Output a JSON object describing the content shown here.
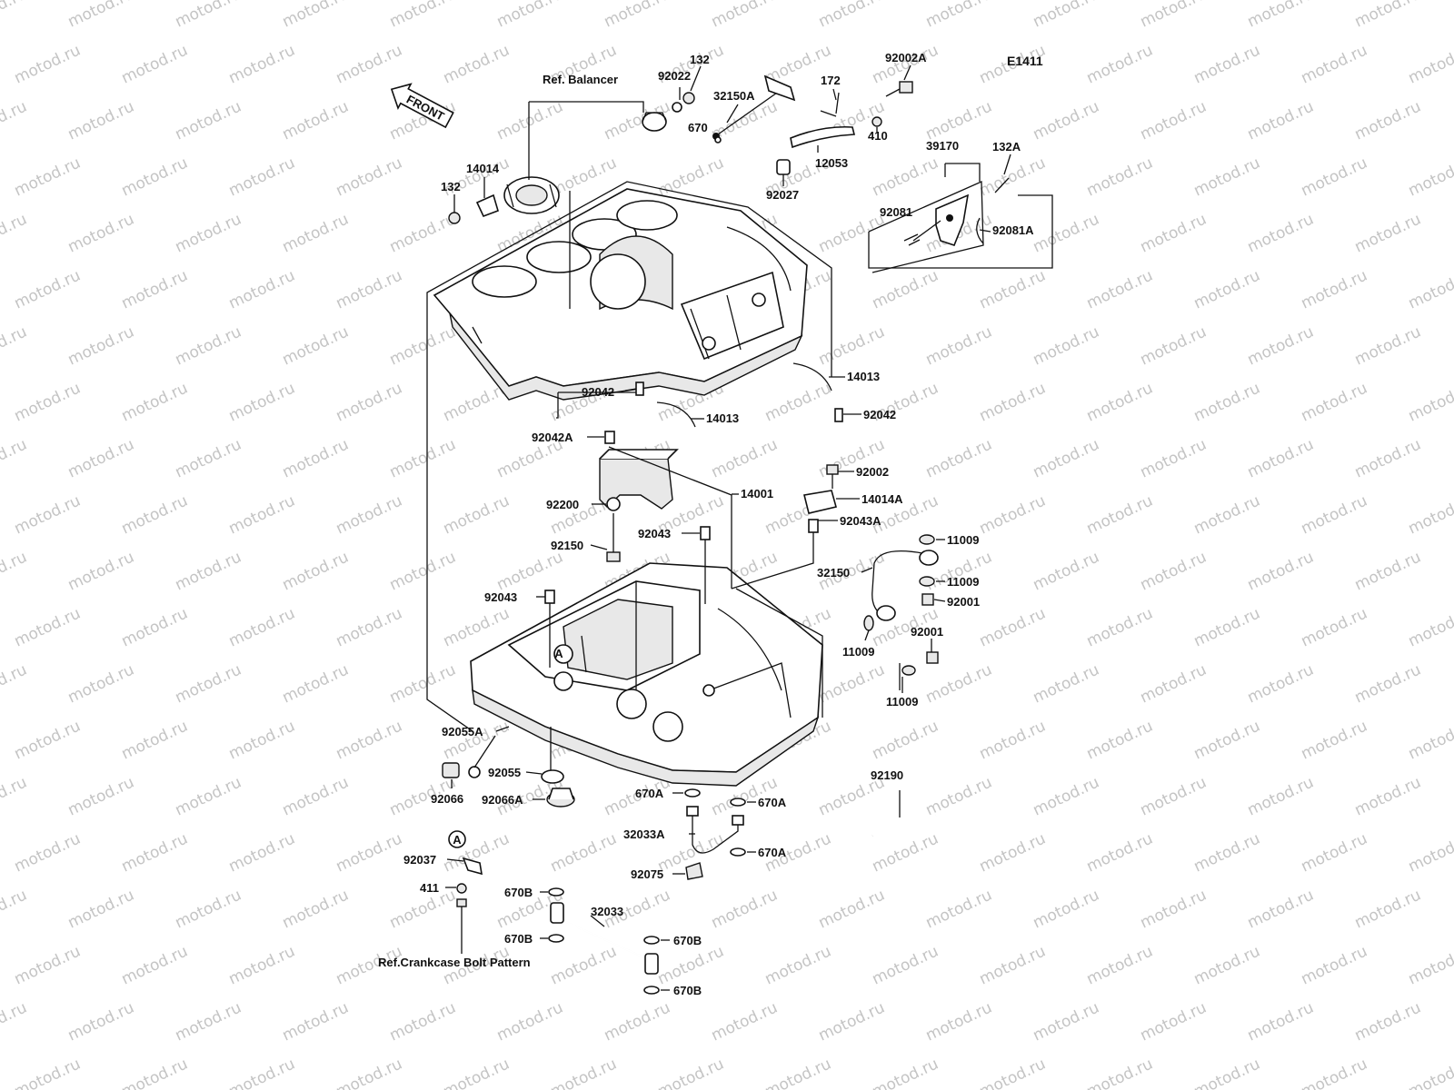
{
  "diagram": {
    "code": "E1411",
    "front_arrow": "FRONT",
    "marker": "A",
    "labels": {
      "ref_balancer": "Ref. Balancer",
      "ref_bolt_pattern": "Ref.Crankcase Bolt Pattern",
      "p92022": "92022",
      "p132_top": "132",
      "p32150A": "32150A",
      "p172": "172",
      "p92002A": "92002A",
      "p670": "670",
      "p410": "410",
      "p12053": "12053",
      "p92027": "92027",
      "p39170": "39170",
      "p132A": "132A",
      "p92081": "92081",
      "p92081A": "92081A",
      "p14014": "14014",
      "p132_left": "132",
      "p14013_r": "14013",
      "p92042_l": "92042",
      "p14013_b": "14013",
      "p92042_r": "92042",
      "p92042A": "92042A",
      "p92002": "92002",
      "p14014A": "14014A",
      "p14001": "14001",
      "p92200": "92200",
      "p92043A": "92043A",
      "p92043_m": "92043",
      "p11009_1": "11009",
      "p92150": "92150",
      "p32150": "32150",
      "p11009_2": "11009",
      "p92043_l": "92043",
      "p92001_1": "92001",
      "p92001_2": "92001",
      "p11009_3": "11009",
      "p11009_4": "11009",
      "p92055A": "92055A",
      "p92055": "92055",
      "p92066": "92066",
      "p92066A": "92066A",
      "p670A_1": "670A",
      "p670A_2": "670A",
      "p92190": "92190",
      "p32033A": "32033A",
      "p670A_3": "670A",
      "p92037": "92037",
      "p92075": "92075",
      "p411": "411",
      "p670B_1": "670B",
      "p32033": "32033",
      "p670B_2": "670B",
      "p670B_3": "670B",
      "p670B_4": "670B"
    }
  },
  "watermark": "motod.ru"
}
